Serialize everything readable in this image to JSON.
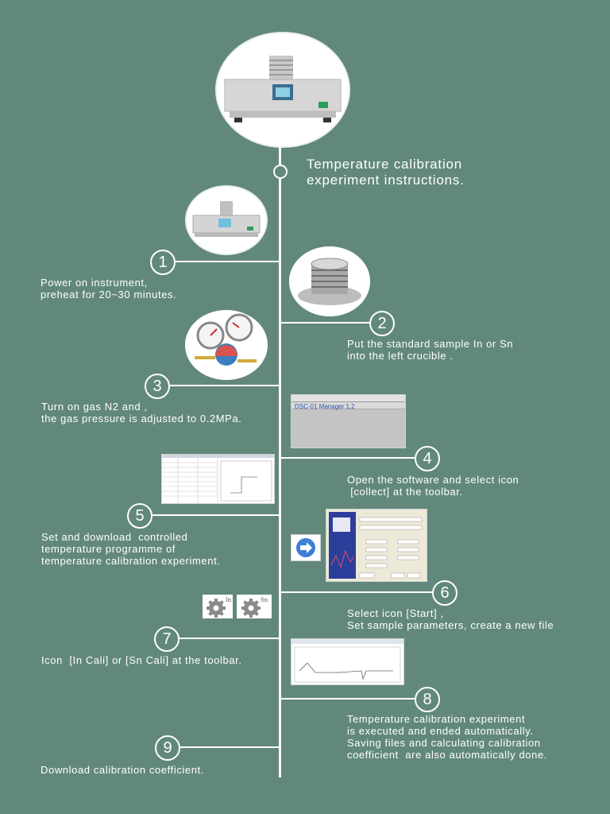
{
  "title": "Temperature calibration\nexperiment instructions.",
  "software_window_title": "DSC-01 Manager 1.2",
  "gear_labels": [
    "In",
    "Sn"
  ],
  "steps": [
    {
      "num": "1",
      "text": "Power on instrument,\npreheat for 20~30 minutes."
    },
    {
      "num": "2",
      "text": "Put the standard sample In or Sn\ninto the left crucible ."
    },
    {
      "num": "3",
      "text": "Turn on gas N2 and ,\nthe gas pressure is adjusted to 0.2MPa."
    },
    {
      "num": "4",
      "text": "Open the software and select icon\n [collect] at the toolbar."
    },
    {
      "num": "5",
      "text": "Set and download  controlled\ntemperature programme of\ntemperature calibration experiment."
    },
    {
      "num": "6",
      "text": "Select icon [Start] ,\nSet sample parameters, create a new file"
    },
    {
      "num": "7",
      "text": "Icon  [In Cali] or [Sn Cali] at the toolbar."
    },
    {
      "num": "8",
      "text": "Temperature calibration experiment\nis executed and ended automatically.\nSaving files and calculating calibration\ncoefficient  are also automatically done."
    },
    {
      "num": "9",
      "text": "Download calibration coefficient."
    }
  ]
}
